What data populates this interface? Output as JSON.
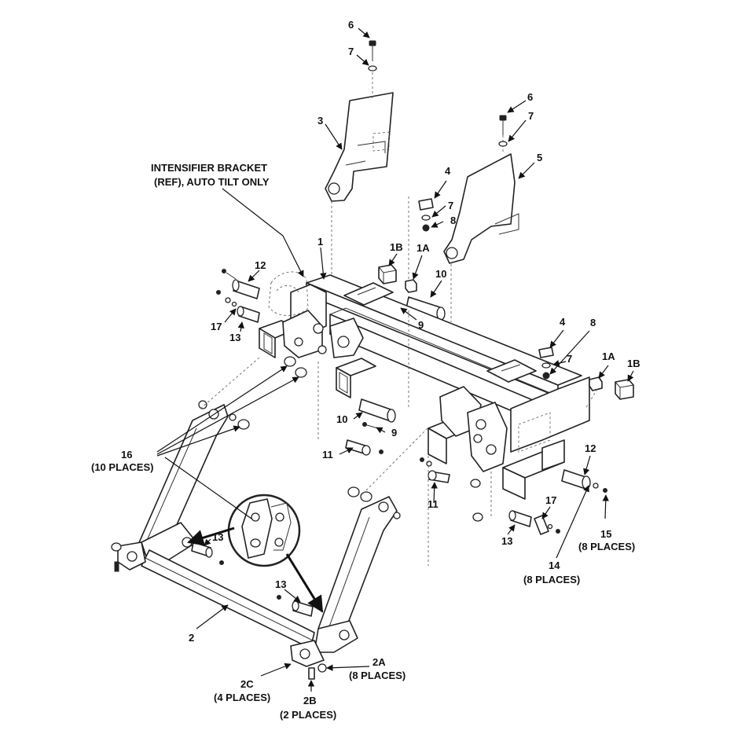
{
  "labels": {
    "l6a": "6",
    "l7a": "7",
    "l3": "3",
    "l6b": "6",
    "l7b": "7",
    "l5": "5",
    "intensifier_1": "INTENSIFIER BRACKET",
    "intensifier_2": "(REF), AUTO TILT ONLY",
    "l4a": "4",
    "l7c": "7",
    "l8a": "8",
    "l1": "1",
    "l1b_a": "1B",
    "l1a_a": "1A",
    "l10a": "10",
    "l12a": "12",
    "l17a": "17",
    "l13a": "13",
    "l9a": "9",
    "l4b": "4",
    "l7d": "7",
    "l8b": "8",
    "l1a_b": "1A",
    "l1b_b": "1B",
    "l10b": "10",
    "l9b": "9",
    "l11a": "11",
    "l11b": "11",
    "l16": "16",
    "l16_places": "(10 PLACES)",
    "l12b": "12",
    "l17b": "17",
    "l13b": "13",
    "l13c": "13",
    "l13d": "13",
    "l15": "15",
    "l15_places": "(8 PLACES)",
    "l14": "14",
    "l14_places": "(8 PLACES)",
    "l2": "2",
    "l2a": "2A",
    "l2a_places": "(8 PLACES)",
    "l2c": "2C",
    "l2c_places": "(4 PLACES)",
    "l2b": "2B",
    "l2b_places": "(2 PLACES)"
  }
}
